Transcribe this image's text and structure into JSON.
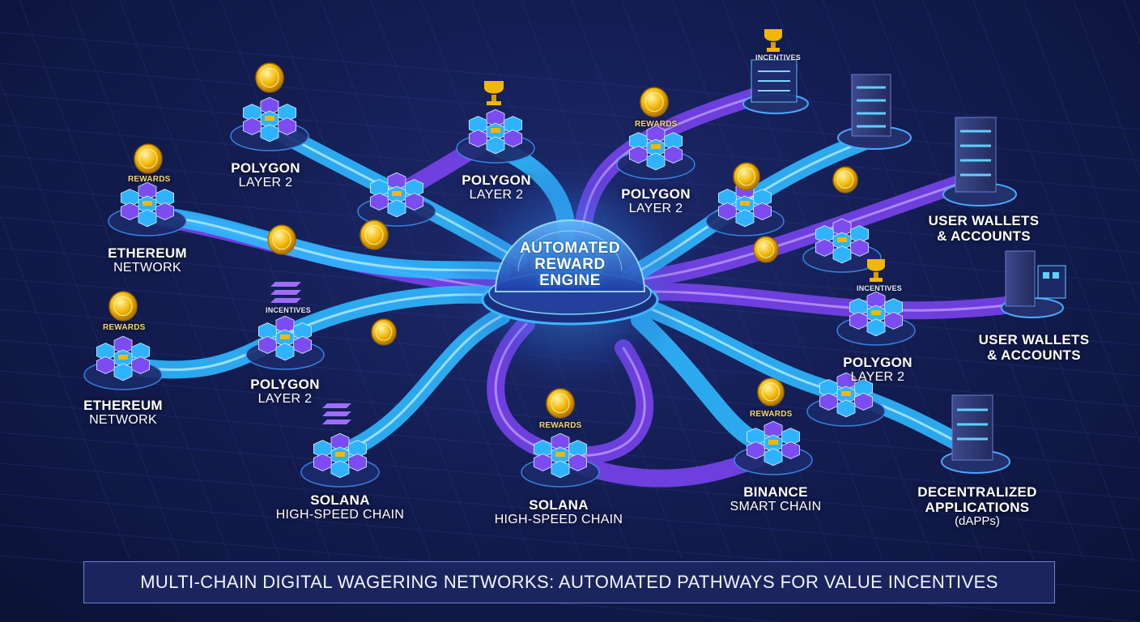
{
  "hub": {
    "line1": "AUTOMATED",
    "line2": "REWARD",
    "line3": "ENGINE"
  },
  "nodes": [
    {
      "line1": "POLYGON",
      "line2": "LAYER 2"
    },
    {
      "line1": "POLYGON",
      "line2": "LAYER 2"
    },
    {
      "line1": "POLYGON",
      "line2": "LAYER 2"
    },
    {
      "line1": "ETHEREUM",
      "line2": "NETWORK"
    },
    {
      "line1": "ETHEREUM",
      "line2": "NETWORK"
    },
    {
      "line1": "POLYGON",
      "line2": "LAYER 2"
    },
    {
      "line1": "SOLANA",
      "line2": "HIGH-SPEED CHAIN"
    },
    {
      "line1": "SOLANA",
      "line2": "HIGH-SPEED CHAIN"
    },
    {
      "line1": "BINANCE",
      "line2": "SMART CHAIN"
    },
    {
      "line1": "POLYGON",
      "line2": "LAYER 2"
    },
    {
      "line1": "USER WALLETS",
      "line2": "& ACCOUNTS"
    },
    {
      "line1": "USER WALLETS",
      "line2": "& ACCOUNTS"
    },
    {
      "line1": "DECENTRALIZED",
      "line2": "APPLICATIONS",
      "line3": "(dAPPs)"
    }
  ],
  "tags": {
    "rewards": "REWARDS",
    "incentives": "INCENTIVES",
    "incentives_alt": "INCENTIVES"
  },
  "banner": {
    "title": "MULTI-CHAIN DIGITAL WAGERING NETWORKS: AUTOMATED PATHWAYS FOR VALUE INCENTIVES"
  },
  "colors": {
    "background": "#141d52",
    "cyan_path": "#38c6ff",
    "purple_path": "#8a4dff",
    "gold": "#f2b705",
    "cube_cyan": "#2fb3ff",
    "cube_purple": "#7d4cf0"
  }
}
